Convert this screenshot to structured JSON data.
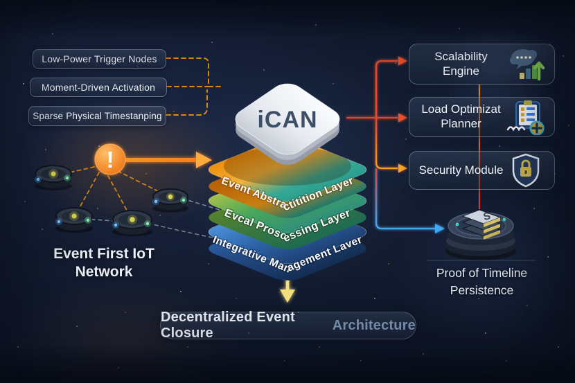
{
  "left_features": {
    "items": [
      "Low-Power Trigger Nodes",
      "Moment-Driven Activation",
      "Sparse Physical Timestanping"
    ]
  },
  "stack": {
    "chip": "iCAN",
    "layers": [
      "Event Abstractitition Layer",
      "Evcal Proscessing Layer",
      "Integrative Management Laver"
    ]
  },
  "right_modules": {
    "items": [
      {
        "label": "Scalability Engine",
        "icon": "cloud-analytics-icon"
      },
      {
        "label": "Load Optimizat Planner",
        "icon": "clipboard-gears-icon"
      },
      {
        "label": "Security Module",
        "icon": "shield-lock-icon"
      }
    ]
  },
  "iot_network": {
    "label": "Event First IoT Network",
    "alert": "!",
    "device_count": 4
  },
  "timeline_coin": {
    "label": "Proof of Timeline Persistence",
    "letter": "S"
  },
  "banner": {
    "primary": "Decentralized Event Closure",
    "secondary": "Architecture"
  },
  "colors": {
    "background": "#131c31",
    "accent_orange": "#f5921f",
    "accent_red": "#e8492a",
    "accent_blue": "#3fa7f5",
    "accent_yellow": "#f3e27d",
    "layer_event_abstraction": "#ef8d0a",
    "layer_event_processing": "#4aa65a",
    "layer_integrative_management": "#3a7bd5",
    "chip_text": "#3d4f66"
  }
}
